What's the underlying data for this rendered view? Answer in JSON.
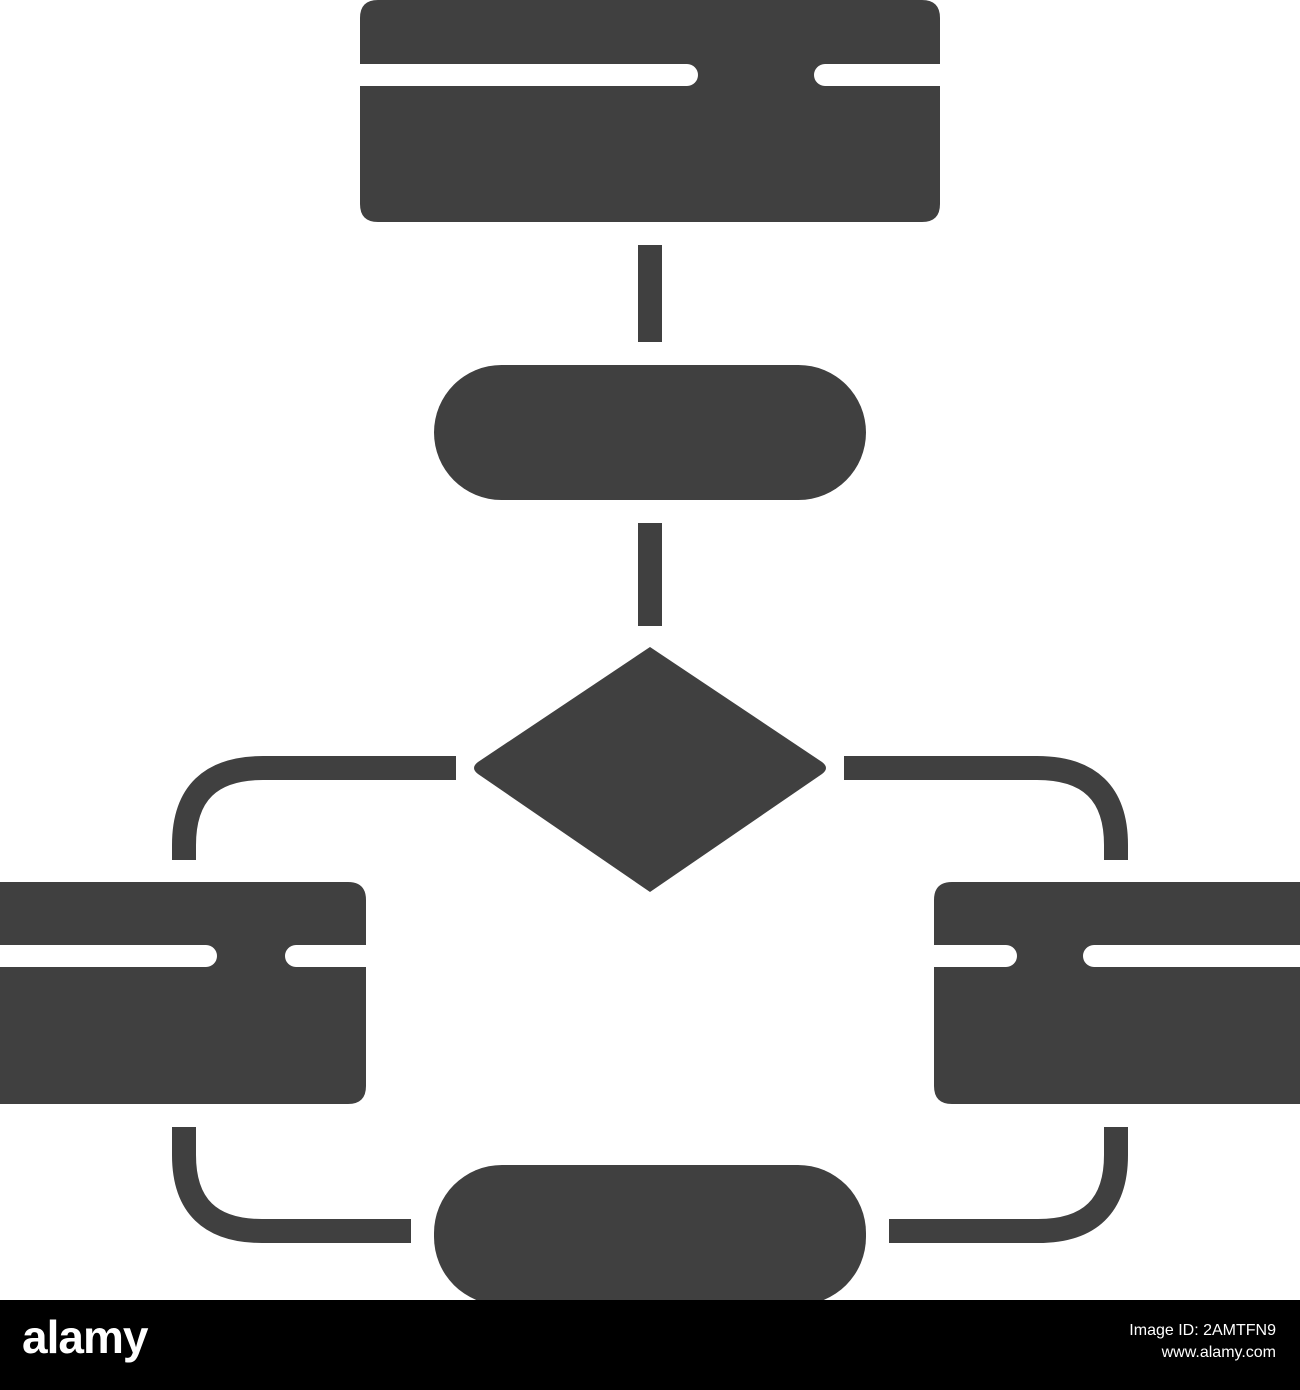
{
  "diagram": {
    "description_visible_text": [],
    "fill_color": "#404040",
    "background_color": "#ffffff",
    "nodes": [
      {
        "id": "top-process",
        "shape": "process-box"
      },
      {
        "id": "start-terminal",
        "shape": "terminal"
      },
      {
        "id": "decision",
        "shape": "diamond"
      },
      {
        "id": "left-process",
        "shape": "process-box"
      },
      {
        "id": "right-process",
        "shape": "process-box"
      },
      {
        "id": "end-terminal",
        "shape": "terminal"
      }
    ],
    "edges": [
      {
        "from": "top-process",
        "to": "start-terminal"
      },
      {
        "from": "start-terminal",
        "to": "decision"
      },
      {
        "from": "decision",
        "to": "left-process"
      },
      {
        "from": "decision",
        "to": "right-process"
      },
      {
        "from": "left-process",
        "to": "end-terminal"
      },
      {
        "from": "right-process",
        "to": "end-terminal"
      }
    ]
  },
  "footer": {
    "brand": "alamy",
    "image_id_label": "Image ID: 2AMTFN9",
    "site": "www.alamy.com",
    "background_color": "#000000",
    "text_color": "#ffffff"
  }
}
